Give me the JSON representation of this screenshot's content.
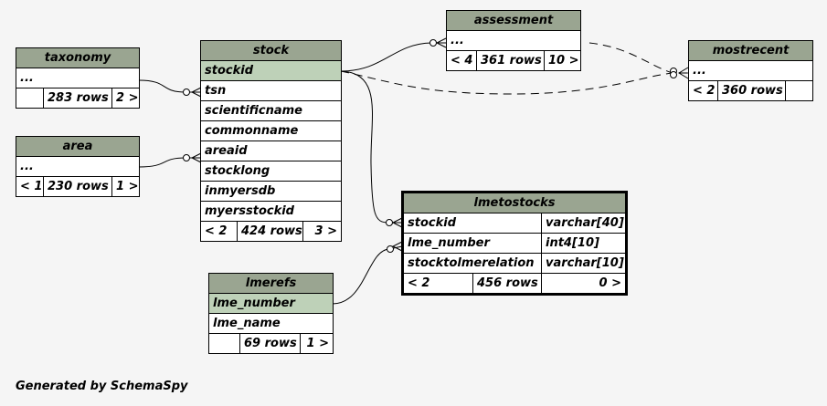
{
  "footer": "Generated by SchemaSpy",
  "colors": {
    "header": "#9aa591",
    "key": "#bed1b8",
    "background": "#f5f5f5"
  },
  "tables": {
    "taxonomy": {
      "name": "taxonomy",
      "dots": "...",
      "rows": "283 rows",
      "children": "2 >"
    },
    "area": {
      "name": "area",
      "dots": "...",
      "parents": "< 1",
      "rows": "230 rows",
      "children": "1 >"
    },
    "stock": {
      "name": "stock",
      "columns": [
        "stockid",
        "tsn",
        "scientificname",
        "commonname",
        "areaid",
        "stocklong",
        "inmyersdb",
        "myersstockid"
      ],
      "parents": "< 2",
      "rows": "424 rows",
      "children": "3 >"
    },
    "assessment": {
      "name": "assessment",
      "dots": "...",
      "parents": "< 4",
      "rows": "361 rows",
      "children": "10 >"
    },
    "mostrecent": {
      "name": "mostrecent",
      "dots": "...",
      "parents": "< 2",
      "rows": "360 rows"
    },
    "lmetostocks": {
      "name": "lmetostocks",
      "columns": [
        {
          "name": "stockid",
          "type": "varchar[40]"
        },
        {
          "name": "lme_number",
          "type": "int4[10]"
        },
        {
          "name": "stocktolmerelation",
          "type": "varchar[10]"
        }
      ],
      "parents": "< 2",
      "rows": "456 rows",
      "children": "0 >"
    },
    "lmerefs": {
      "name": "lmerefs",
      "columns": [
        "lme_number",
        "lme_name"
      ],
      "rows": "69 rows",
      "children": "1 >"
    }
  }
}
